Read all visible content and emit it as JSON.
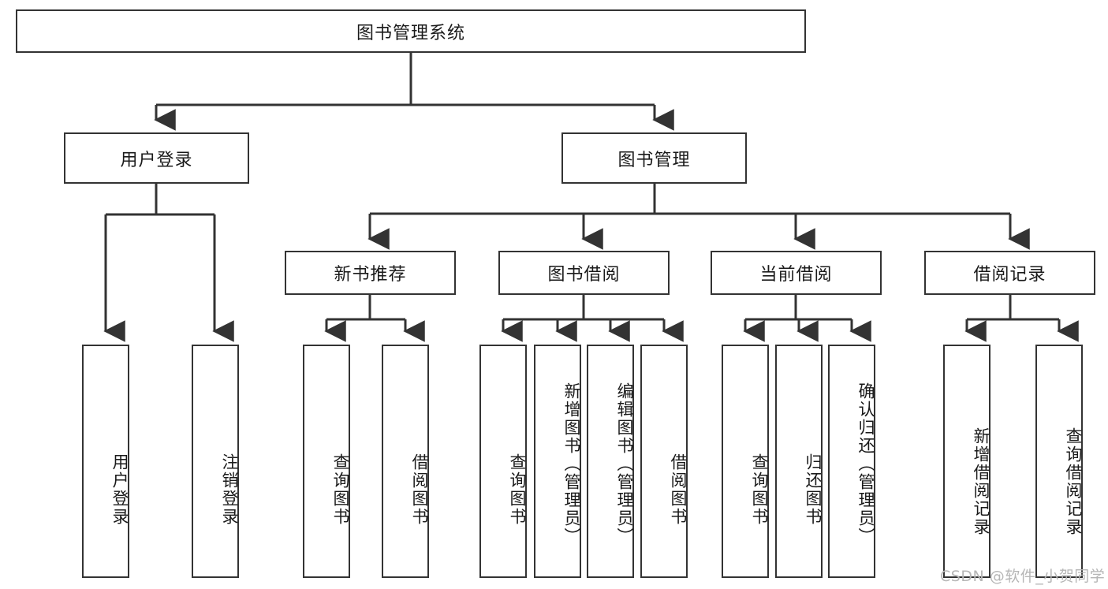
{
  "diagram": {
    "title": "图书管理系统",
    "type": "tree-hierarchy-diagram",
    "root": {
      "label": "图书管理系统"
    },
    "level2": [
      {
        "label": "用户登录"
      },
      {
        "label": "图书管理"
      }
    ],
    "level3": [
      {
        "label": "新书推荐"
      },
      {
        "label": "图书借阅"
      },
      {
        "label": "当前借阅"
      },
      {
        "label": "借阅记录"
      }
    ],
    "leaves": {
      "user_login": [
        {
          "label": "用户登录"
        },
        {
          "label": "注销登录"
        }
      ],
      "new_book_recommend": [
        {
          "label": "查询图书"
        },
        {
          "label": "借阅图书"
        }
      ],
      "book_borrow": [
        {
          "label": "查询图书"
        },
        {
          "label": "新增图书（管理员）"
        },
        {
          "label": "编辑图书（管理员）"
        },
        {
          "label": "借阅图书"
        }
      ],
      "current_borrow": [
        {
          "label": "查询图书"
        },
        {
          "label": "归还图书"
        },
        {
          "label": "确认归还（管理员）"
        }
      ],
      "borrow_record": [
        {
          "label": "新增借阅记录"
        },
        {
          "label": "查询借阅记录"
        }
      ]
    }
  },
  "watermark": {
    "text": "CSDN @软件_小贺同学"
  },
  "colors": {
    "stroke": "#333333",
    "box_fill": "#ffffff",
    "text": "#1a1a1a",
    "watermark": "#b6b6b6"
  }
}
